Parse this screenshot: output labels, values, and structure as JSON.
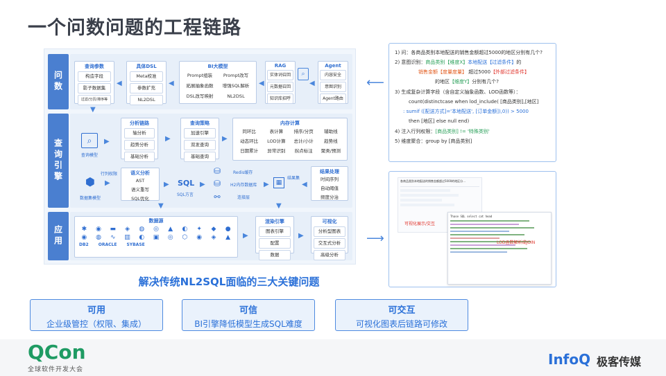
{
  "page": {
    "title": "一个问数问题的工程链路",
    "subtitle": "解决传统NL2SQL面临的三大关键问题"
  },
  "lanes": {
    "ask": "问数",
    "engine": "查询引擎",
    "app": "应用"
  },
  "ask_row": {
    "query_params": {
      "title": "查询参数",
      "items": [
        "构造字段",
        "影子数据集",
        "过滤/分页/排序等"
      ]
    },
    "dsl": {
      "title": "具体DSL",
      "items": [
        "Meta校准",
        "参数扩充",
        "NL2DSL"
      ]
    },
    "llm": {
      "title": "BI大模型",
      "items": [
        "Prompt组装",
        "Prompt改写",
        "拓展抽象函数",
        "增强SQL解析",
        "DSL改写映射",
        "NL2DSL"
      ]
    },
    "rag": {
      "title": "RAG",
      "items": [
        "实体词召回",
        "元数据召回",
        "知识库招呼"
      ]
    },
    "agent": {
      "title": "Agent",
      "items": [
        "内容安全",
        "意图识别",
        "Agent路由"
      ]
    }
  },
  "engine_row": {
    "query_model_label": "查询模型",
    "analysis": {
      "title": "分析链路",
      "items": [
        "轴分析",
        "趋势分析",
        "基础分析"
      ]
    },
    "strategy": {
      "title": "查询策略",
      "items": [
        "加速引擎",
        "双发查询",
        "基础查询"
      ]
    },
    "memcalc": {
      "title": "内存计算",
      "items": [
        "同环比",
        "表计算",
        "排序/分页",
        "辅助线",
        "动态环比",
        "LOD计算",
        "总计/小计",
        "趋势线",
        "日期累计",
        "异常识别",
        "拐点标注",
        "聚类/预测"
      ]
    },
    "row_perm_label": "行列权限",
    "dataset_model_label": "数据集模型",
    "semantic": {
      "title": "语义分析",
      "items": [
        "AST",
        "语义重写",
        "SQL优化"
      ]
    },
    "sql_label": "SQL",
    "sql_dialect_label": "SQL方言",
    "redis_label": "Redis缓存",
    "h2_label": "H2内存数据库",
    "conn_label": "连接层",
    "result_set_label": "结果集",
    "result_proc": {
      "title": "结果处理",
      "items": [
        "时间序列",
        "自动阈值",
        "频度分治"
      ]
    }
  },
  "app_row": {
    "datasource_title": "数据源",
    "db_logos": [
      "DB2",
      "ORACLE",
      "SYBASE"
    ],
    "render": {
      "title": "渲染引擎",
      "items": [
        "图表引擎",
        "配置",
        "数据"
      ]
    },
    "viz": {
      "title": "可视化",
      "items": [
        "分析型图表",
        "交互式分析",
        "高级分析"
      ]
    }
  },
  "steps": {
    "s1_prefix": "1) 问：",
    "s1_text": "各商品类别本地配送的销售金额超过5000的地区分别有几个?",
    "s2_prefix": "2) 意图识别：",
    "s2_a": "商品类别【维度X】",
    "s2_b": "本地配送【过滤条件】",
    "s2_c": "的",
    "s2_d": "销售金额【度量度量】",
    "s2_e": "超过5000",
    "s2_f": "【外部过滤条件】",
    "s2_g": "的地区",
    "s2_h": "【维度Y】",
    "s2_i": "分别有几个?",
    "s3_text": "3) 生成复杂计算字段（含自定义抽象函数、LOD函数等）：",
    "s3_code1": "count(distinctcase when lod_include( [商品类别],[地区]",
    "s3_code2": ": sumif ([配送方式]='本地配送', [订单金额]),0)) > 5000",
    "s3_code3": "then [地区] else null end)",
    "s4_text": "4) 注入行列权限：",
    "s4_tag": "[商品类别] != '特殊类别'",
    "s5_text": "5) 维度聚合：group by [商品类别]"
  },
  "viz_panel": {
    "preview_title": "各商品类别本地配送的销售金额超过5000的地区分...",
    "label_view": "可视化展示/交互",
    "label_lod": "LOD函数解析成JOIN",
    "code_head": "Thase SQL select cat head"
  },
  "key_cards": [
    {
      "title": "可用",
      "desc": "企业级管控（权限、集成）"
    },
    {
      "title": "可信",
      "desc": "BI引擎降低模型生成SQL难度"
    },
    {
      "title": "可交互",
      "desc": "可视化图表后链路可修改"
    }
  ],
  "footer": {
    "qcon": "QCon",
    "qcon_sub": "全球软件开发大会",
    "infoq": "InfoQ",
    "infoq_cn": "极客传媒"
  },
  "colors": {
    "accent": "#2a70d8",
    "lane": "#4a7fd0",
    "green": "#2aa05a",
    "orange": "#e25a1c",
    "red": "#e0342c"
  }
}
